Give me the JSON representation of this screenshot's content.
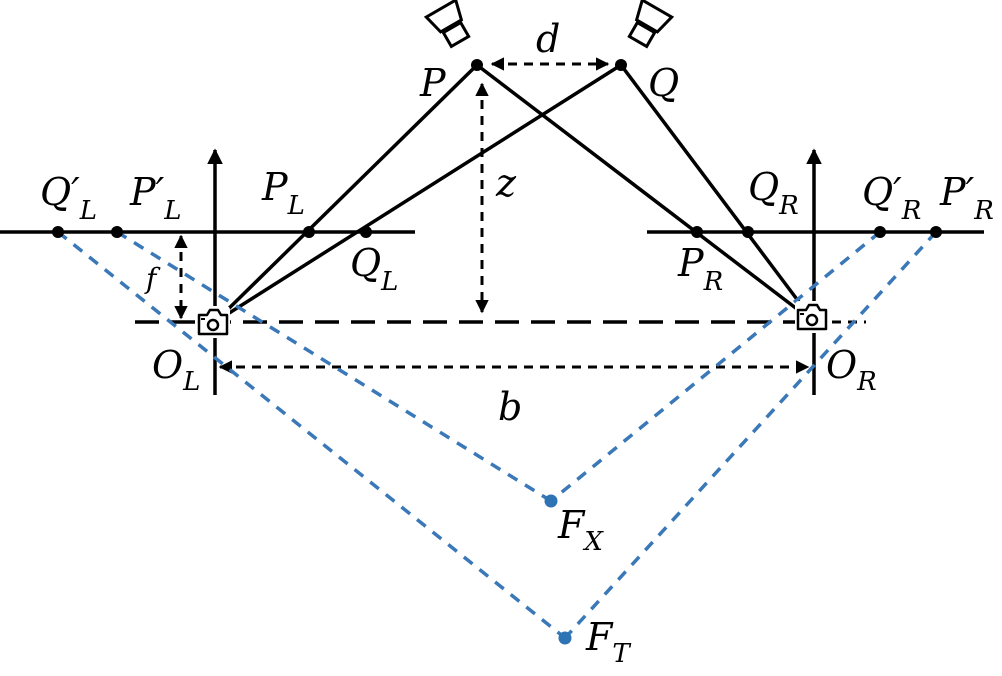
{
  "labels": {
    "P": "P",
    "Q": "Q",
    "d": "d",
    "z": "z",
    "f": "f",
    "b": "b",
    "PL_main": "P",
    "PL_sub": "L",
    "QL_main": "Q",
    "QL_sub": "L",
    "PR_main": "P",
    "PR_sub": "R",
    "QR_main": "Q",
    "QR_sub": "R",
    "QpL_main": "Q′",
    "QpL_sub": "L",
    "PpL_main": "P′",
    "PpL_sub": "L",
    "QpR_main": "Q′",
    "QpR_sub": "R",
    "PpR_main": "P′",
    "PpR_sub": "R",
    "OL_main": "O",
    "OL_sub": "L",
    "OR_main": "O",
    "OR_sub": "R",
    "FX_main": "F",
    "FX_sub": "X",
    "FT_main": "F",
    "FT_sub": "T"
  },
  "icons": {
    "projector": "projector-icon",
    "camera": "camera-icon"
  },
  "colors": {
    "ink": "#000000",
    "accent": "#2e74b5"
  }
}
